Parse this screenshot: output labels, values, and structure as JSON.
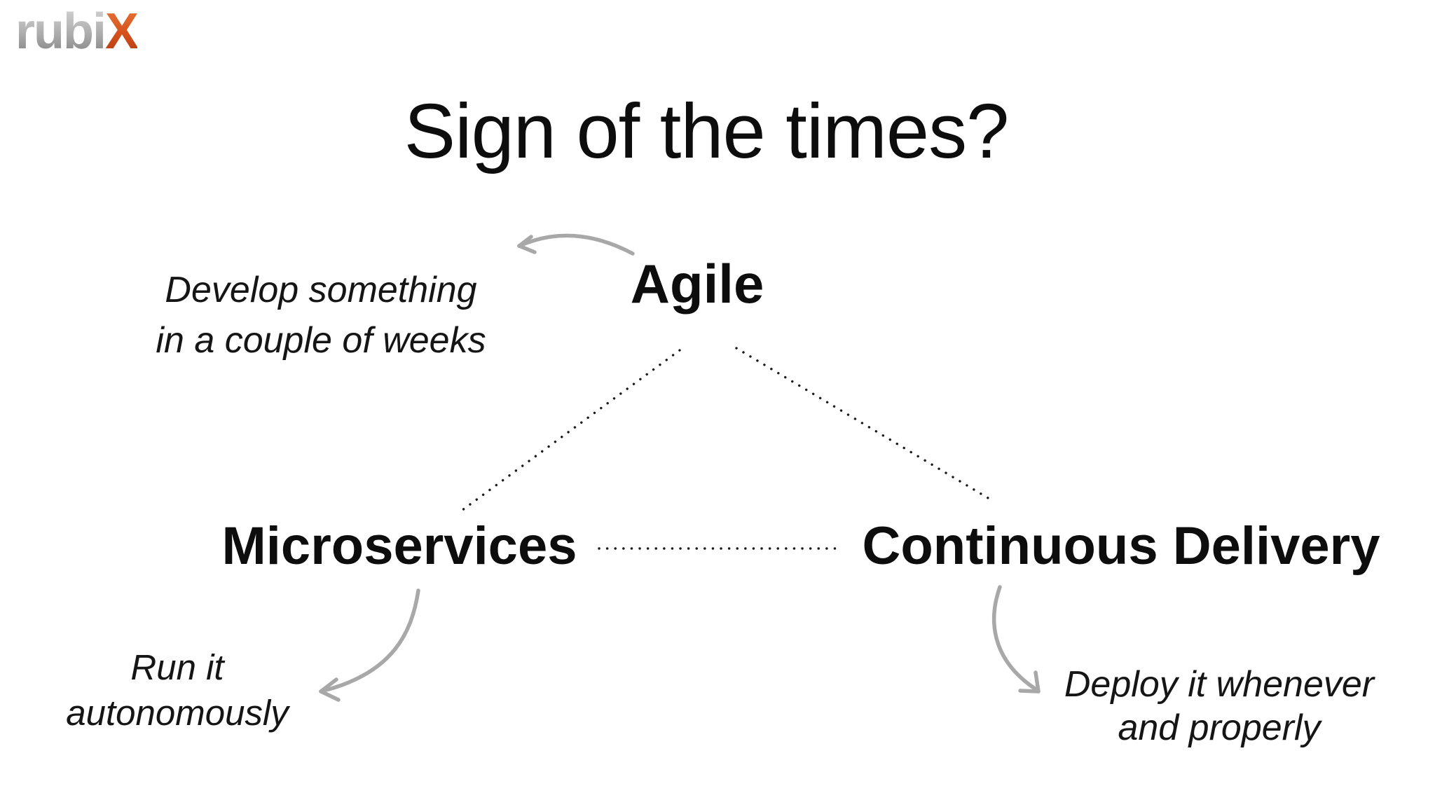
{
  "logo": {
    "gray": "rubi",
    "accent": "X"
  },
  "title": "Sign of the times?",
  "nodes": {
    "agile": "Agile",
    "microservices": "Microservices",
    "continuous_delivery": "Continuous Delivery"
  },
  "annotations": {
    "agile": {
      "line1": "Develop something",
      "line2": "in a couple of weeks"
    },
    "microservices": {
      "line1": "Run it",
      "line2": "autonomously"
    },
    "continuous_delivery": {
      "line1": "Deploy it whenever",
      "line2": "and properly"
    }
  },
  "edges": [
    {
      "from": "Agile",
      "to": "Microservices",
      "style": "dotted"
    },
    {
      "from": "Agile",
      "to": "Continuous Delivery",
      "style": "dotted"
    },
    {
      "from": "Microservices",
      "to": "Continuous Delivery",
      "style": "dotted"
    }
  ],
  "colors": {
    "background": "#ffffff",
    "text": "#111111",
    "dotted_line": "#1a1a1a",
    "arrow": "#a8a8a8",
    "logo_gray": "#9a9a9a",
    "logo_accent": "#d4501c"
  }
}
